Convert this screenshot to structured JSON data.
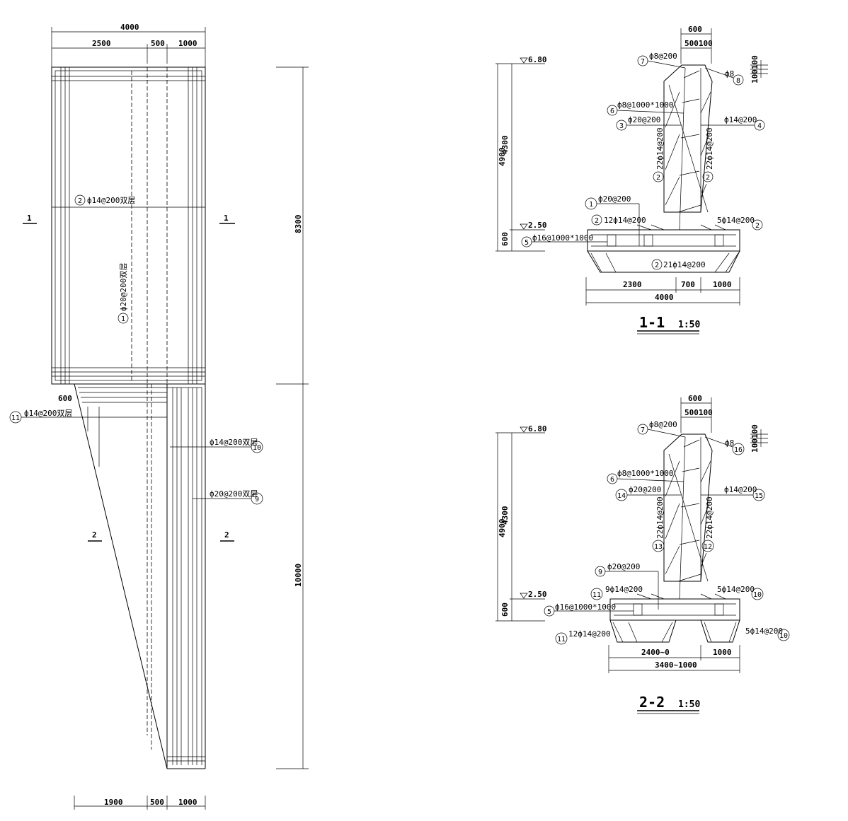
{
  "plan": {
    "top_dims": {
      "total": "4000",
      "d1": "2500",
      "d2": "500",
      "d3": "1000"
    },
    "bottom_dims": {
      "d1": "1900",
      "d2": "500",
      "d3": "1000"
    },
    "side_dims": {
      "upper": "8300",
      "lower": "10000"
    },
    "sec1_mark": "1",
    "sec2_mark": "2",
    "dim_600": "600",
    "label_2": "ф14@200双层",
    "label_1": "ф20@200双层",
    "label_11": "ф14@200双层",
    "label_10": "ф14@200双层",
    "label_9": "ф20@200双层"
  },
  "circles": {
    "c1": "1",
    "c2": "2",
    "c3": "3",
    "c4": "4",
    "c5": "5",
    "c6": "6",
    "c7": "7",
    "c8": "8",
    "c9": "9",
    "c10": "10",
    "c11": "11",
    "c12": "12",
    "c13": "13",
    "c14": "14",
    "c15": "15",
    "c16": "16"
  },
  "section1": {
    "title": "1-1",
    "scale": "1:50",
    "elev_top": "6.80",
    "elev_mid": "2.50",
    "dim_4900": "4900",
    "dim_4300": "4300",
    "dim_600": "600",
    "top_600": "600",
    "top_500100": "500100",
    "side_100100": "100100",
    "bot_2300": "2300",
    "bot_700": "700",
    "bot_1000": "1000",
    "bot_4000": "4000",
    "l7": "ф8@200",
    "l8": "ф8",
    "l6": "ф8@1000*1000",
    "l3": "ф20@200",
    "l4": "ф14@200",
    "l2a": "22ф14@200",
    "l2b": "22ф14@200",
    "l1": "ф20@200",
    "l2c": "12ф14@200",
    "l2d": "5ф14@200",
    "l5": "ф16@1000*1000",
    "l2e": "21ф14@200"
  },
  "section2": {
    "title": "2-2",
    "scale": "1:50",
    "elev_top": "6.80",
    "elev_mid": "2.50",
    "dim_4900": "4900",
    "dim_4300": "4300",
    "dim_600": "600",
    "top_600": "600",
    "top_500100": "500100",
    "side_100100": "100100",
    "bot_2400": "2400~0",
    "bot_1000": "1000",
    "bot_3400": "3400~1000",
    "l7": "ф8@200",
    "l16": "ф8",
    "l6": "ф8@1000*1000",
    "l14": "ф20@200",
    "l15": "ф14@200",
    "l13": "22ф14@200",
    "l12": "22ф14@200",
    "l9": "ф20@200",
    "l11a": "9ф14@200",
    "l10a": "5ф14@200",
    "l5": "ф16@1000*1000",
    "l11b": "12ф14@200",
    "l10b": "5ф14@200"
  }
}
